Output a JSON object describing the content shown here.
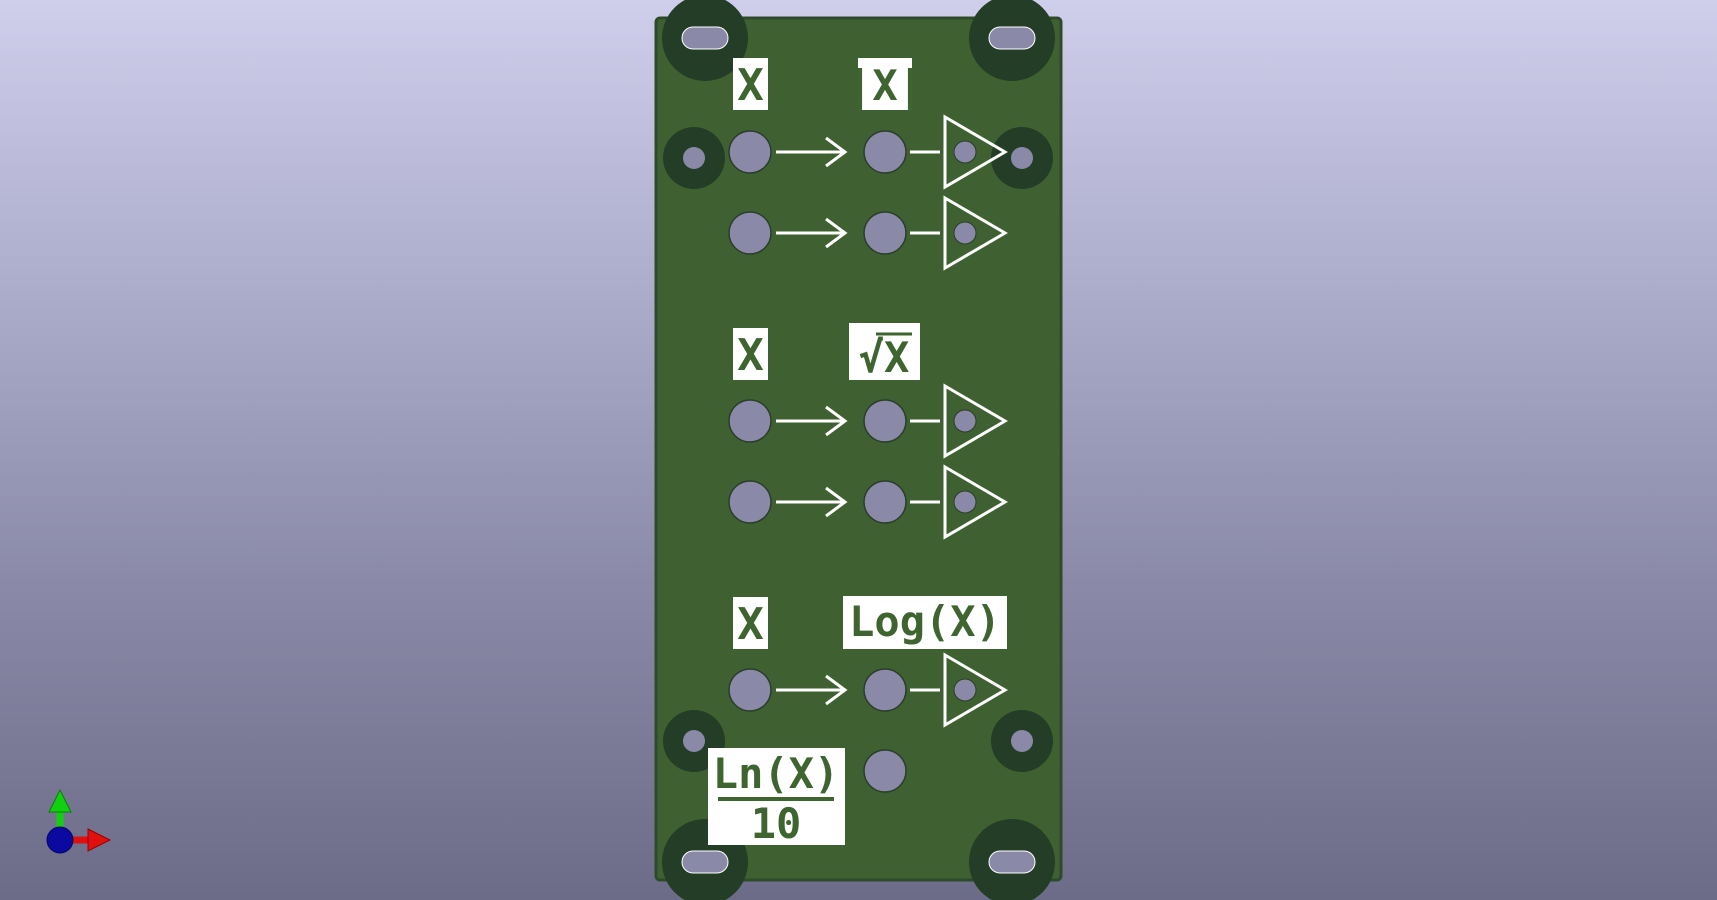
{
  "panel": {
    "board_color": "#3f6131",
    "board_edge_color": "#2e4a2a",
    "mounting_ring_color": "#233d26",
    "hole_color": "#8a8aa8",
    "silkscreen_color": "#ffffff",
    "label_text_color": "#3e6430",
    "sections": [
      {
        "input_label": "X",
        "output_label": "|X|"
      },
      {
        "input_label": "X",
        "output_label": "√X"
      },
      {
        "input_label": "X",
        "output_label": "Log(X)",
        "extra_label_num": "Ln(X)",
        "extra_label_den": "10"
      }
    ]
  },
  "axis_gizmo": {
    "x_color": "#e01010",
    "y_color": "#10d010",
    "z_color": "#0a0aa0"
  }
}
